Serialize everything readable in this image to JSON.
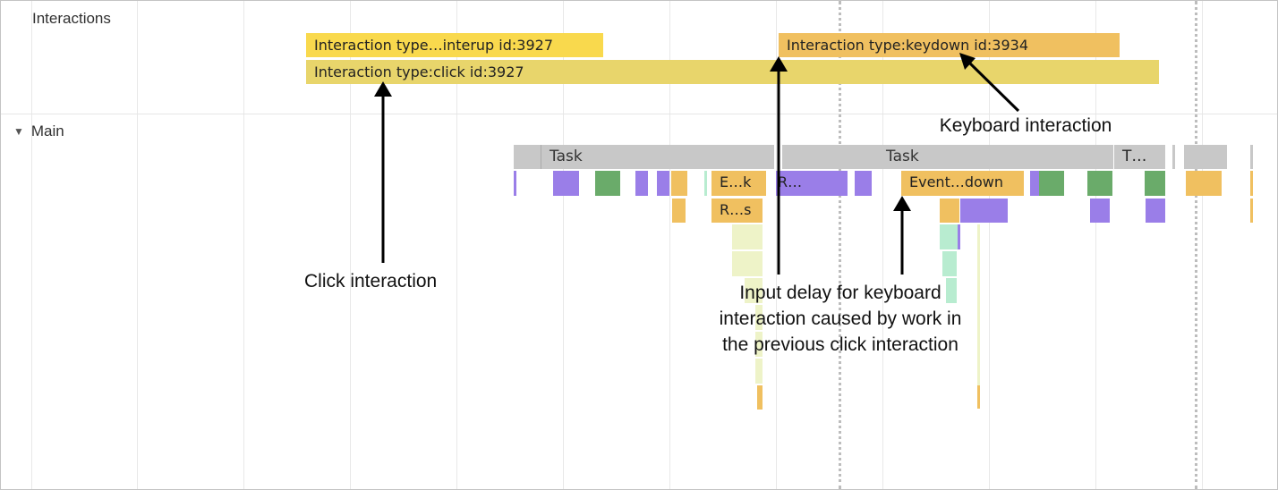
{
  "tracks": {
    "interactions_label": "Interactions",
    "main_label": "Main",
    "main_toggle_icon": "triangle-down-icon"
  },
  "interactions": {
    "pointerup_bar": "Interaction type…interup id:3927",
    "click_bar": "Interaction type:click id:3927",
    "keydown_bar": "Interaction type:keydown id:3934"
  },
  "main": {
    "task_1": "Task",
    "task_2": "Task",
    "task_3": "T…",
    "event_click": "E…k",
    "event_click_child": "R…s",
    "event_overflow": "R…",
    "event_keydown": "Event…down"
  },
  "annotations": {
    "click": "Click interaction",
    "keyboard": "Keyboard interaction",
    "input_delay_line1": "Input delay for keyboard",
    "input_delay_line2": "interaction caused by work in",
    "input_delay_line3": "the previous click interaction"
  },
  "colors": {
    "interaction_pointer": "#f9d94d",
    "interaction_click": "#e8d56b",
    "interaction_keydown": "#f0c060",
    "task_gray": "#c8c8c8",
    "event_orange": "#f0c060",
    "script_purple": "#9a7ee8",
    "paint_green": "#6aab6a",
    "layout_mint": "#b8ecd0",
    "gc_lightyellow": "#eef3c8"
  }
}
